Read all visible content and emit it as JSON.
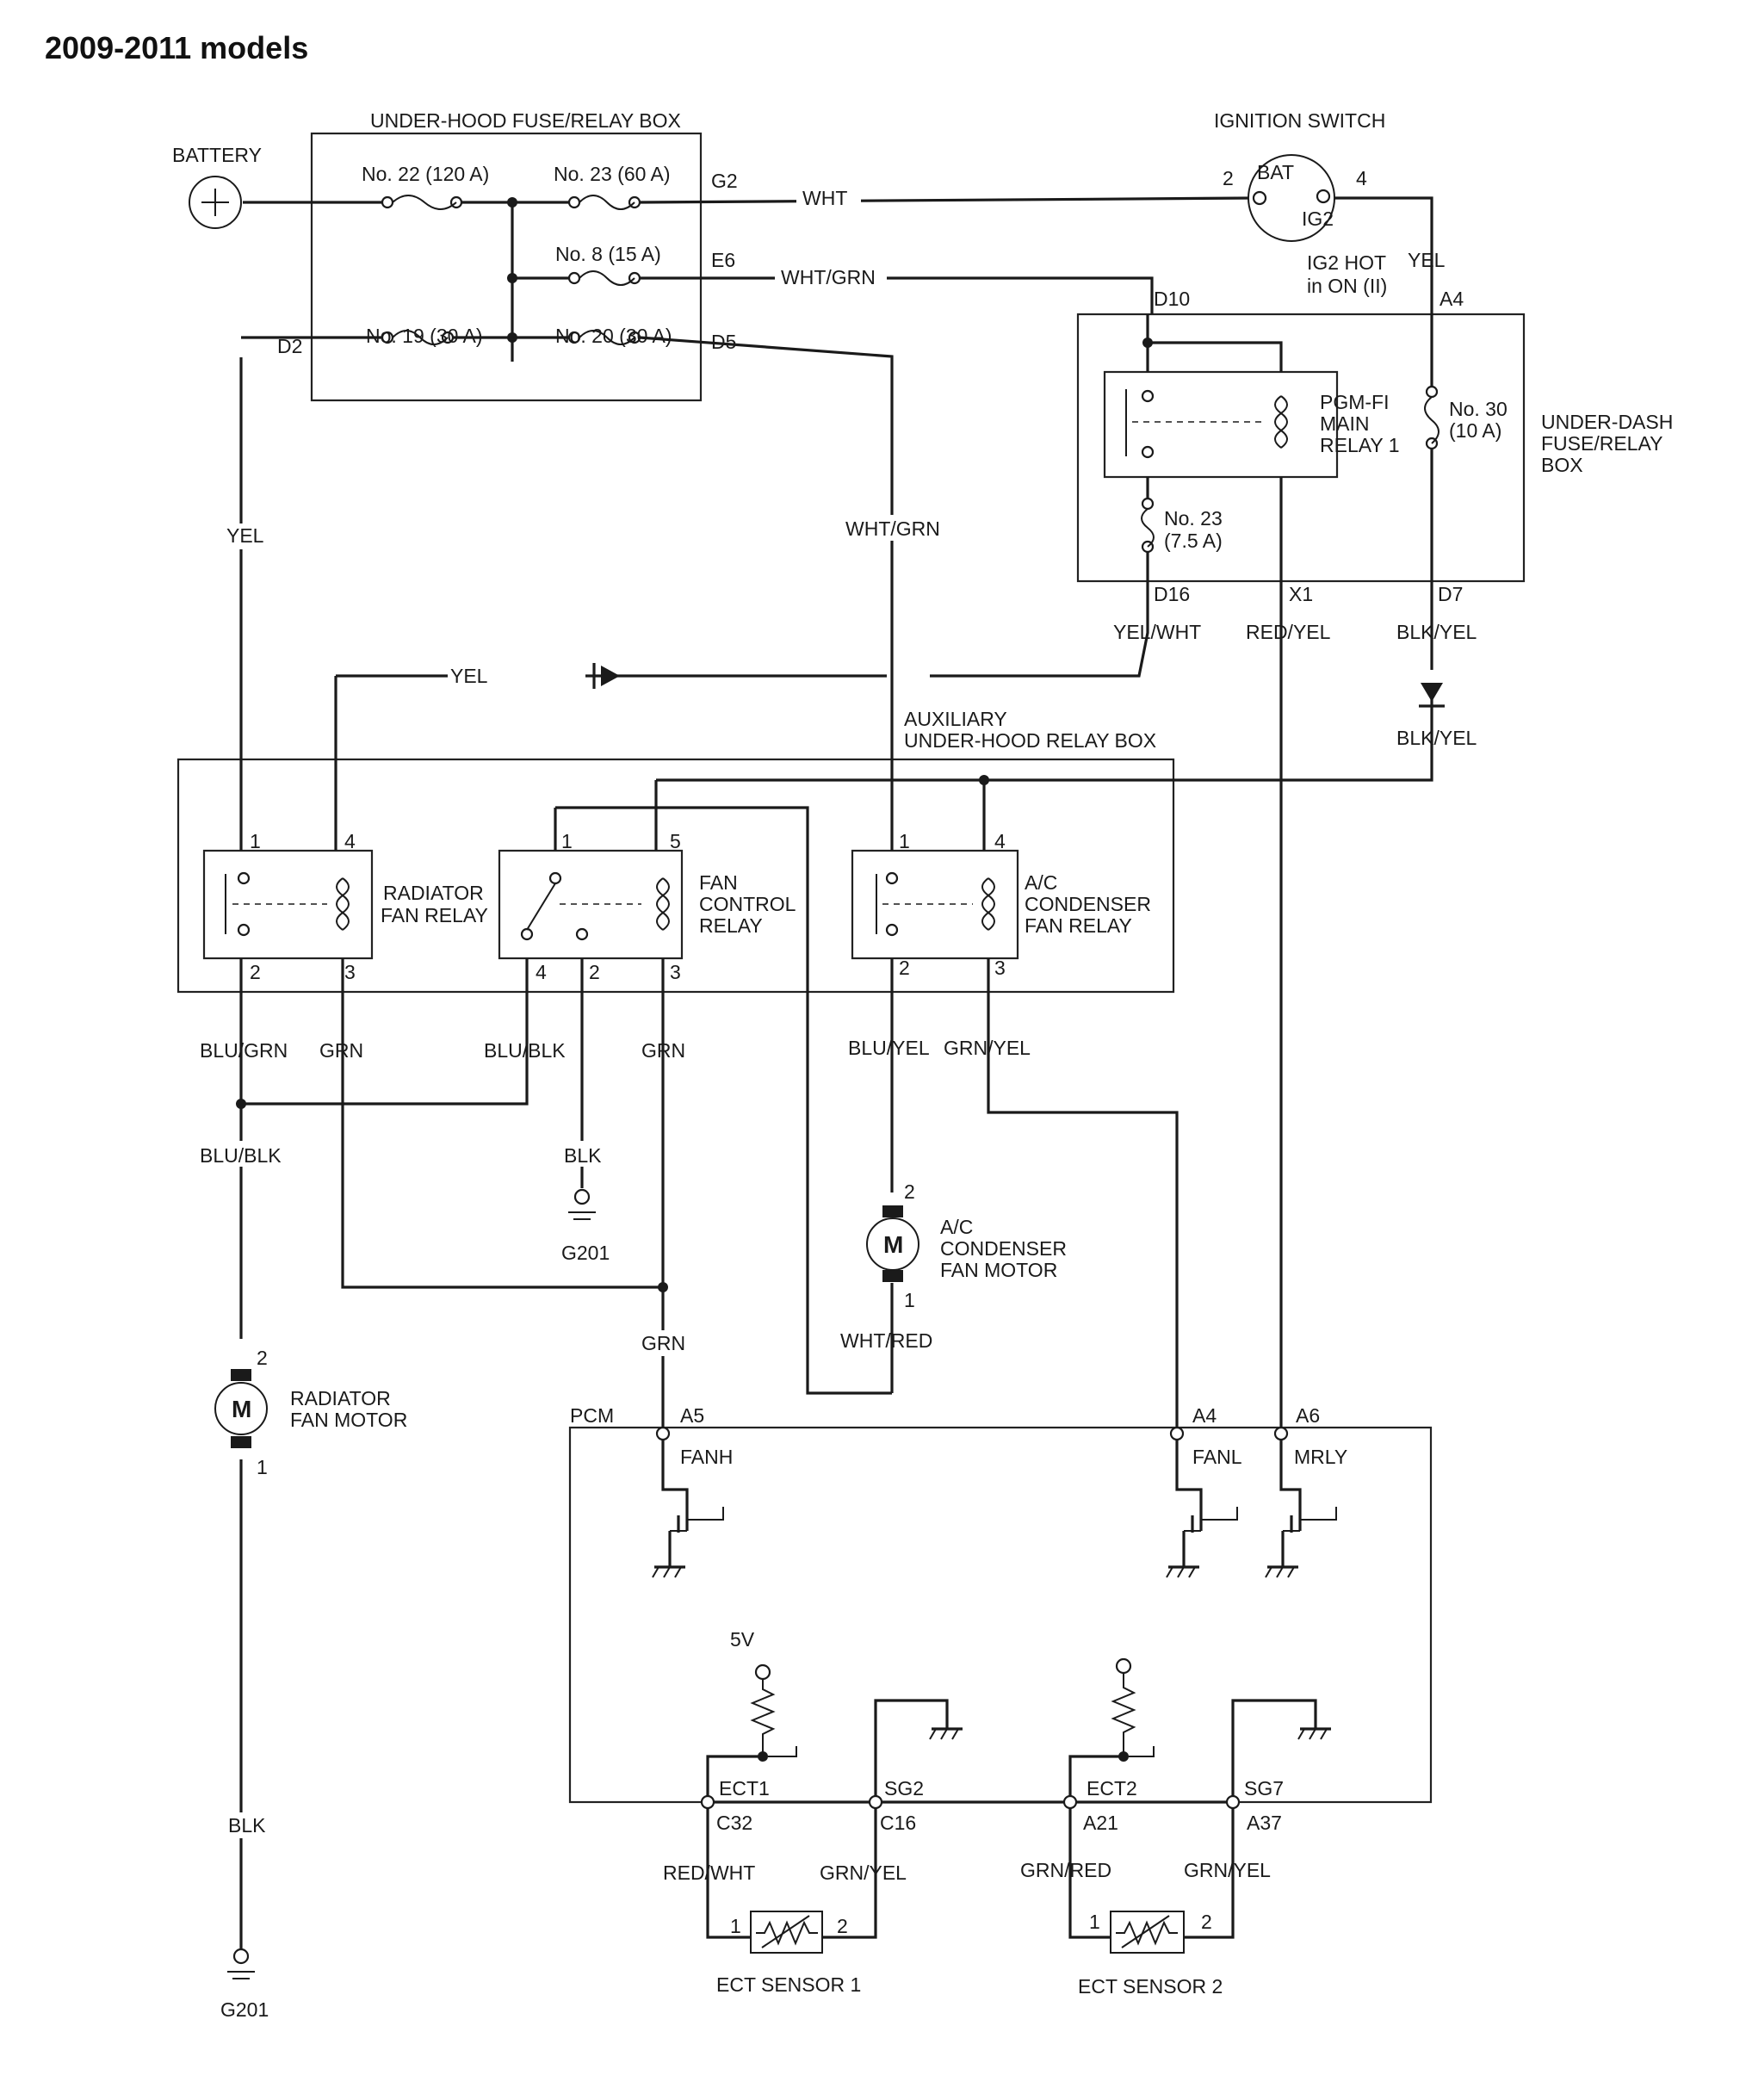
{
  "title": "2009-2011 models",
  "colors": {
    "ink": "#1a1a1a",
    "background": "#ffffff"
  },
  "components": {
    "battery": "BATTERY",
    "underhood_box": "UNDER-HOOD FUSE/RELAY BOX",
    "fuse_22": "No. 22 (120 A)",
    "fuse_23_main": "No. 23 (60 A)",
    "fuse_8": "No. 8 (15 A)",
    "fuse_19": "No. 19 (30 A)",
    "fuse_20": "No. 20 (30 A)",
    "ignition_switch": "IGNITION SWITCH",
    "ign_bat": "BAT",
    "ign_ig2": "IG2",
    "ig2_hot_line1": "IG2 HOT",
    "ig2_hot_line2": "in ON (II)",
    "pgmfi_line1": "PGM-FI",
    "pgmfi_line2": "MAIN",
    "pgmfi_line3": "RELAY 1",
    "fuse_30_line1": "No. 30",
    "fuse_30_line2": "(10 A)",
    "underdash_line1": "UNDER-DASH",
    "underdash_line2": "FUSE/RELAY",
    "underdash_line3": "BOX",
    "fuse_23_small_line1": "No. 23",
    "fuse_23_small_line2": "(7.5 A)",
    "aux_box_line1": "AUXILIARY",
    "aux_box_line2": "UNDER-HOOD RELAY BOX",
    "rad_relay_line1": "RADIATOR",
    "rad_relay_line2": "FAN RELAY",
    "fan_ctrl_line1": "FAN",
    "fan_ctrl_line2": "CONTROL",
    "fan_ctrl_line3": "RELAY",
    "ac_relay_line1": "A/C",
    "ac_relay_line2": "CONDENSER",
    "ac_relay_line3": "FAN RELAY",
    "ac_motor_line1": "A/C",
    "ac_motor_line2": "CONDENSER",
    "ac_motor_line3": "FAN MOTOR",
    "rad_motor_line1": "RADIATOR",
    "rad_motor_line2": "FAN MOTOR",
    "motor_symbol": "M",
    "pcm": "PCM",
    "fanh": "FANH",
    "fanl": "FANL",
    "mrly": "MRLY",
    "five_v": "5V",
    "ect1": "ECT1",
    "sg2": "SG2",
    "ect2": "ECT2",
    "sg7": "SG7",
    "ect_sensor1": "ECT SENSOR 1",
    "ect_sensor2": "ECT SENSOR 2",
    "g201": "G201",
    "plus": "+"
  },
  "connectors": {
    "g2": "G2",
    "e6": "E6",
    "d2": "D2",
    "d5": "D5",
    "d10": "D10",
    "a4_top": "A4",
    "d16": "D16",
    "x1": "X1",
    "d7": "D7",
    "a5": "A5",
    "a4_pcm": "A4",
    "a6": "A6",
    "c32": "C32",
    "c16": "C16",
    "a21": "A21",
    "a37": "A37"
  },
  "pins": {
    "p1": "1",
    "p2": "2",
    "p3": "3",
    "p4": "4",
    "p5": "5"
  },
  "wires": {
    "wht": "WHT",
    "wht_grn": "WHT/GRN",
    "yel": "YEL",
    "yel_wht": "YEL/WHT",
    "red_yel": "RED/YEL",
    "blk_yel": "BLK/YEL",
    "blu_grn": "BLU/GRN",
    "grn": "GRN",
    "blu_blk": "BLU/BLK",
    "blk": "BLK",
    "blu_yel": "BLU/YEL",
    "grn_yel": "GRN/YEL",
    "wht_red": "WHT/RED",
    "red_wht": "RED/WHT",
    "grn_red": "GRN/RED"
  }
}
